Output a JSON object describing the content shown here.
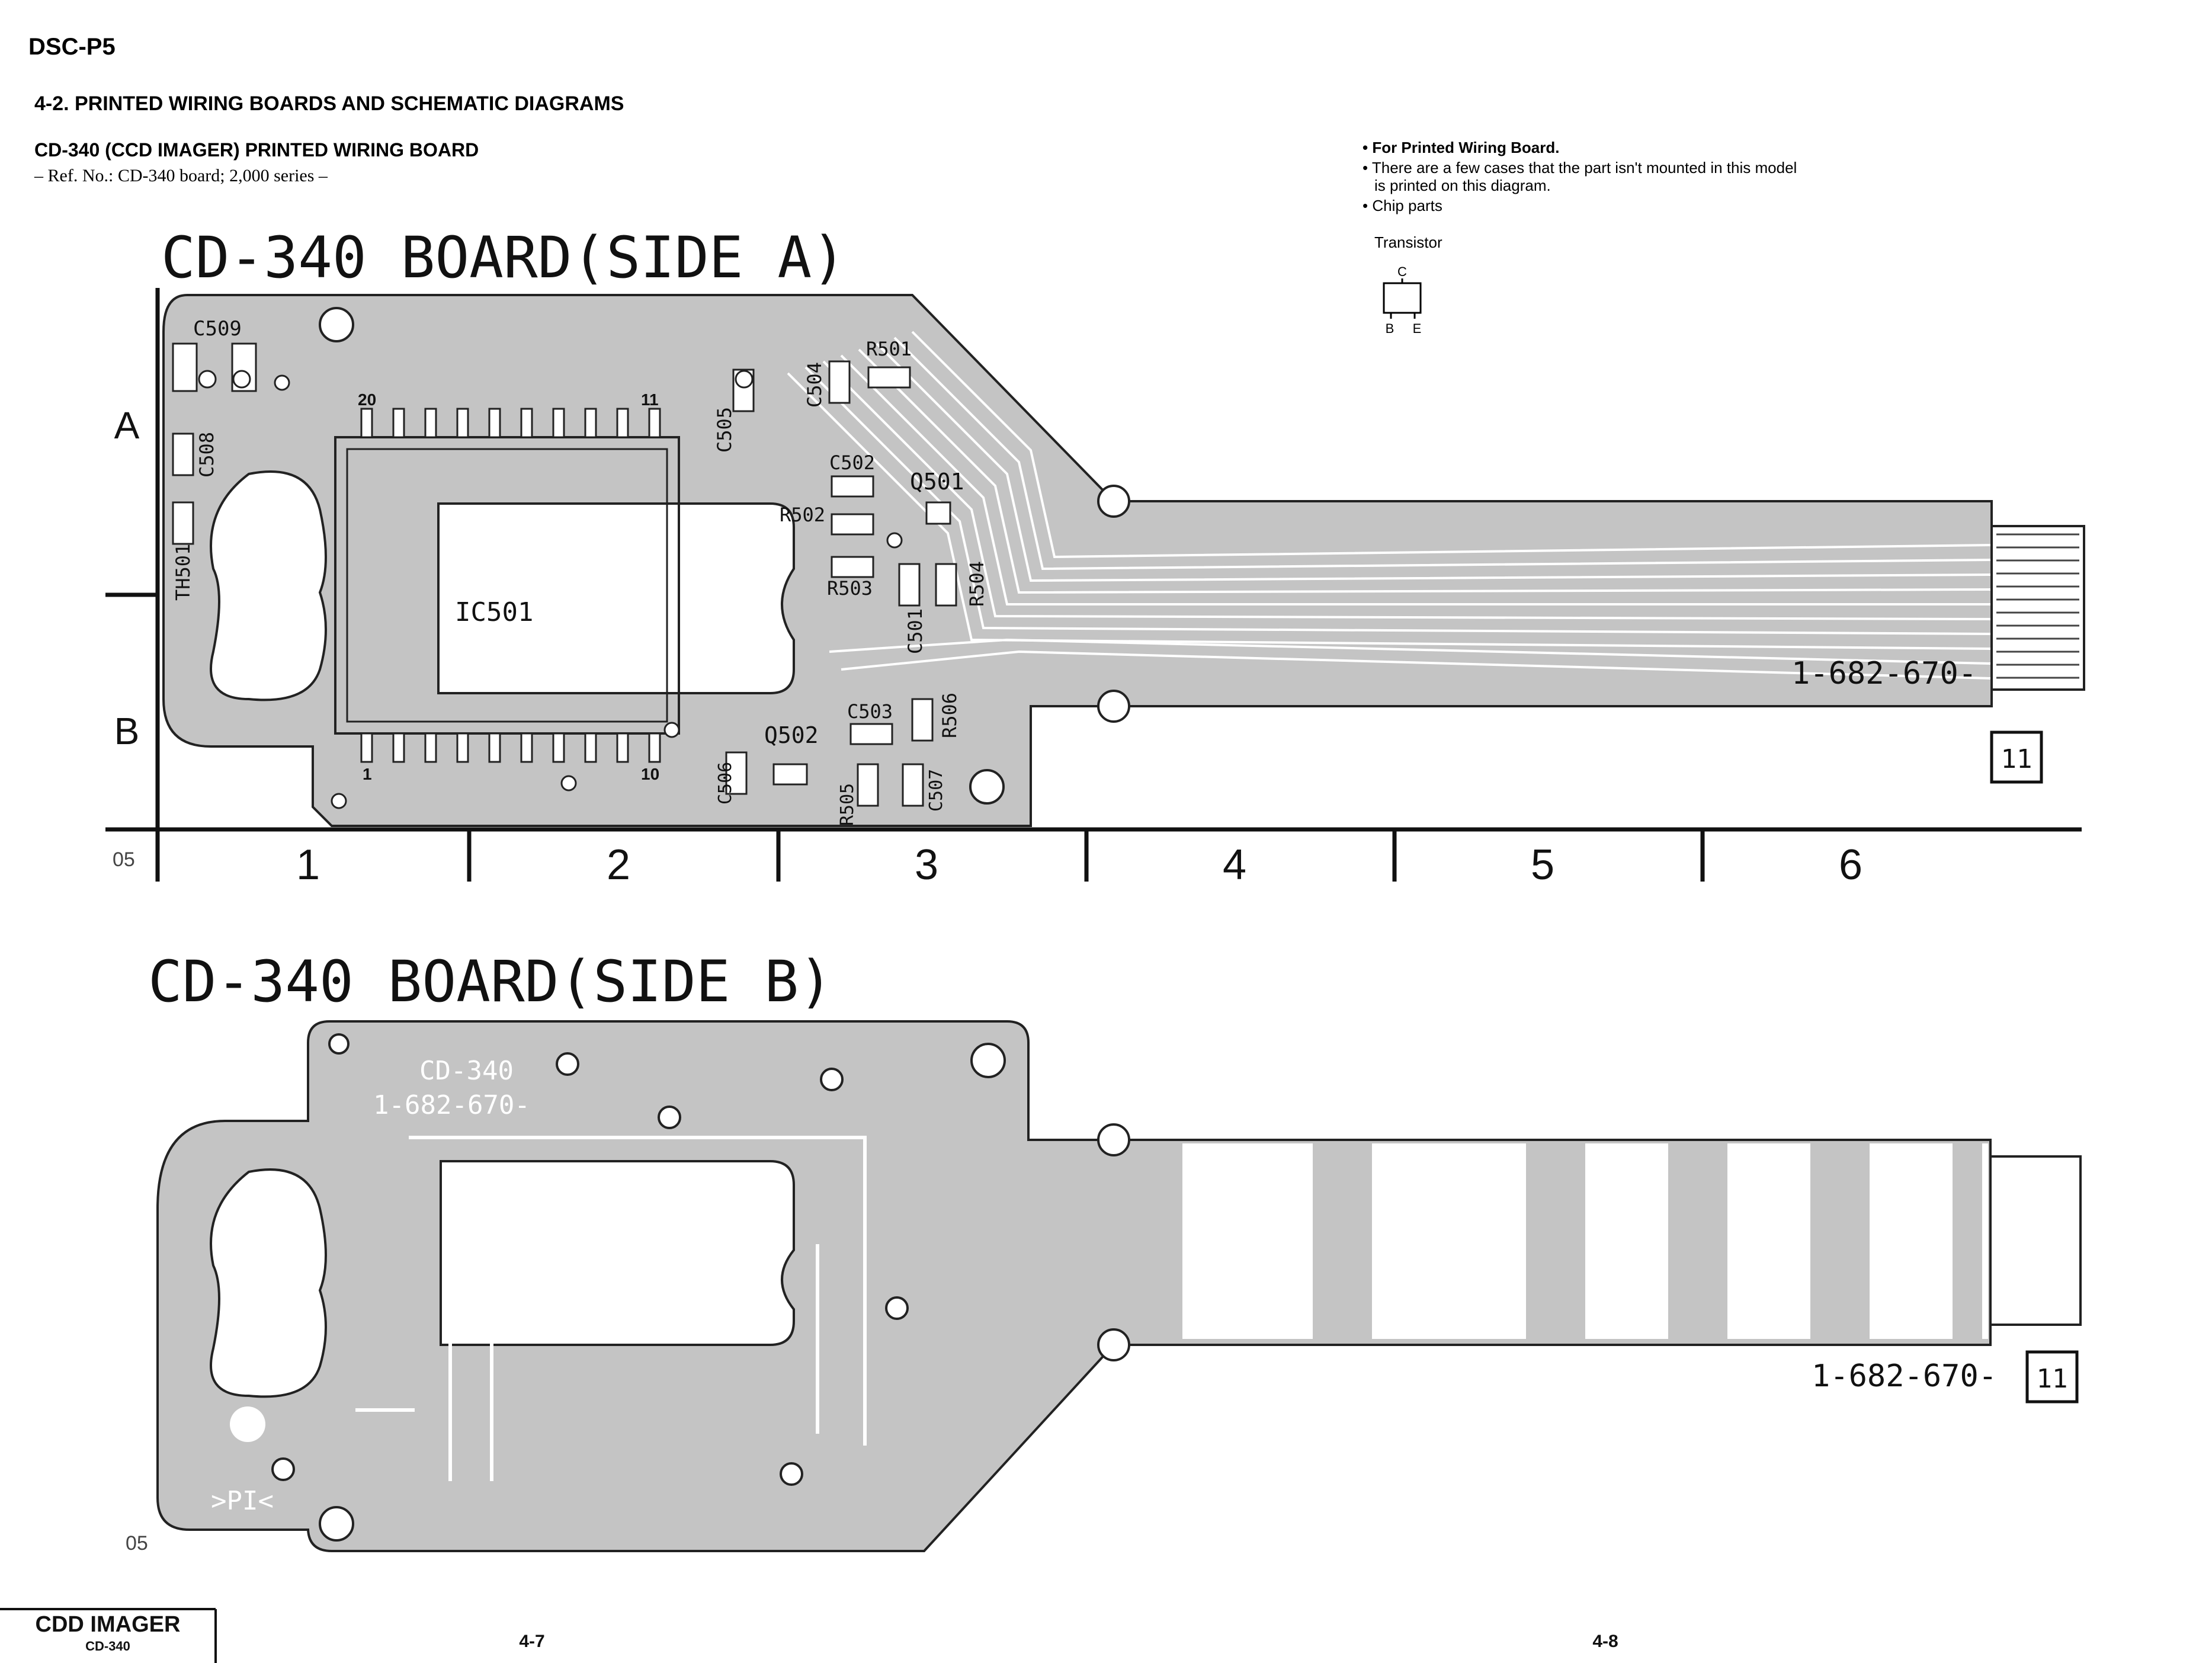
{
  "header": {
    "model": "DSC-P5",
    "section_title": "4-2.  PRINTED  WIRING  BOARDS  AND  SCHEMATIC  DIAGRAMS",
    "board_title": "CD-340 (CCD IMAGER)  PRINTED  WIRING  BOARD",
    "ref_no": "– Ref. No.: CD-340 board; 2,000 series –"
  },
  "notes": {
    "heading": "• For Printed Wiring Board.",
    "line1": "• There are a few cases that the part isn't mounted in this model",
    "line2": "is printed on this diagram.",
    "line3": "• Chip parts",
    "transistor_label": "Transistor",
    "pin_c": "C",
    "pin_b": "B",
    "pin_e": "E"
  },
  "side_a": {
    "title": "CD-340 BOARD(SIDE A)",
    "part_number": "1-682-670-",
    "ref_box": "11",
    "row_labels": [
      "A",
      "B"
    ],
    "column_labels": [
      "1",
      "2",
      "3",
      "4",
      "5",
      "6"
    ],
    "corner_mark": "05",
    "pin_numbers": {
      "p20": "20",
      "p11": "11",
      "p1": "1",
      "p10": "10"
    },
    "components": {
      "c509": "C509",
      "c508": "C508",
      "th501": "TH501",
      "ic501": "IC501",
      "c505": "C505",
      "c504": "C504",
      "r501": "R501",
      "c502": "C502",
      "q501": "Q501",
      "r502": "R502",
      "r503": "R503",
      "c501": "C501",
      "r504": "R504",
      "c503": "C503",
      "r506": "R506",
      "q502": "Q502",
      "c506": "C506",
      "r505": "R505",
      "c507": "C507"
    }
  },
  "side_b": {
    "title": "CD-340 BOARD(SIDE B)",
    "silk_board": "CD-340",
    "silk_part": "1-682-670-",
    "part_number": "1-682-670-",
    "ref_box": "11",
    "marking": ">PI<",
    "corner_mark": "05"
  },
  "footer": {
    "section": "CDD  IMAGER",
    "board": "CD-340",
    "page_left": "4-7",
    "page_right": "4-8"
  },
  "colors": {
    "copper": "#c4c4c4",
    "line": "#1a1a1a",
    "background": "#ffffff",
    "watermark": "#e8e8e8"
  }
}
